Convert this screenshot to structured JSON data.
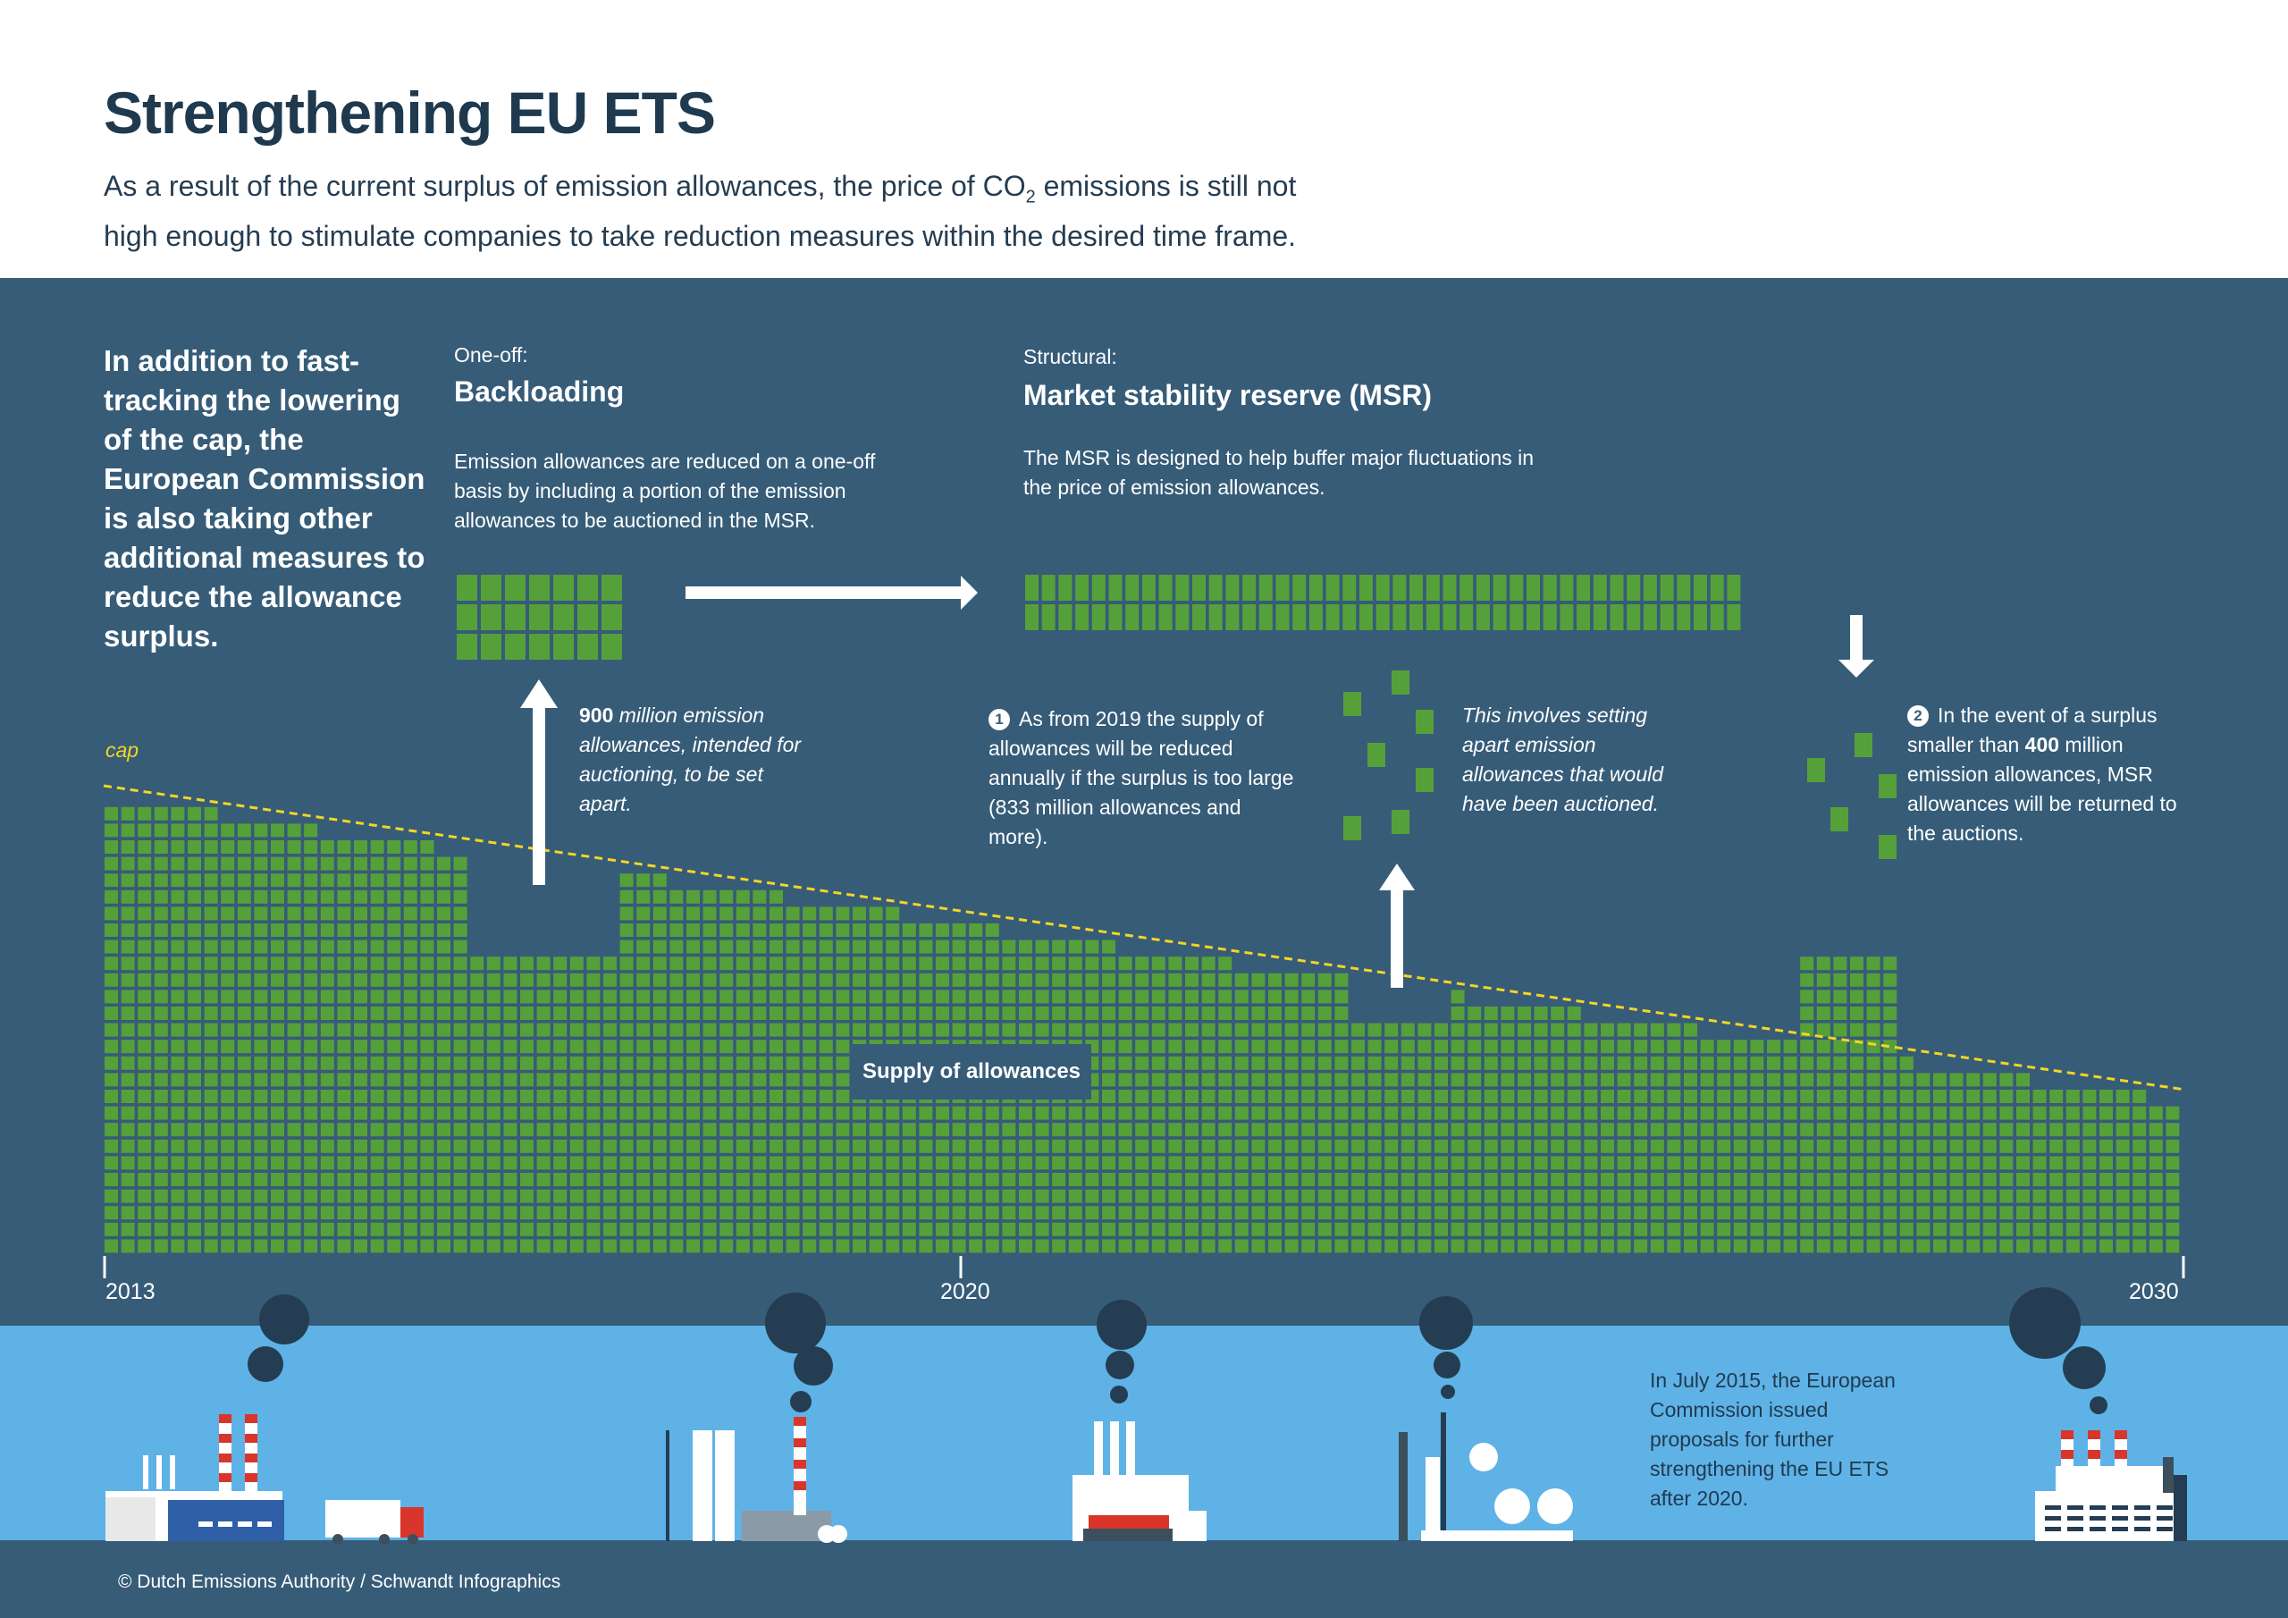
{
  "title": "Strengthening EU ETS",
  "subtitle": {
    "part1": "As a result of the current surplus of emission allowances, the price of CO",
    "sub": "2",
    "part2": " emissions is still not high enough to stimulate companies to take reduction measures within the desired time frame."
  },
  "intro": "In addition to fast-tracking the lowering of the cap, the European Commission is also taking other additional measures to reduce the allowance surplus.",
  "backloading": {
    "kicker": "One-off:",
    "heading": "Backloading",
    "description": "Emission allowances are reduced on a one-off basis by including a portion of the emission allowances to be auctioned in the MSR.",
    "note_number": "900",
    "note_text": " million emission allowances, intended for auctioning, to be set apart."
  },
  "msr": {
    "kicker": "Structural:",
    "heading": "Market stability reserve (MSR)",
    "description": "The MSR is designed to help buffer major fluctuations in the price of emission allowances.",
    "point1_marker": "1",
    "point1": "As from 2019 the supply of allowances will be reduced annually if the surplus is too large (833 million allowances and more).",
    "setting_apart": "This involves setting apart emission allowances that would have been auctioned.",
    "point2_marker": "2",
    "point2_before": "In the event of a surplus smaller than ",
    "point2_bold": "400",
    "point2_after": " million emission allowances, MSR allowances will be returned to the auctions."
  },
  "chart": {
    "cap_label": "cap",
    "supply_label": "Supply of allowances",
    "years": [
      "2013",
      "2020",
      "2030"
    ]
  },
  "july_note": "In July 2015, the European Commission issued proposals for further strengthening the EU ETS after 2020.",
  "credit": "© Dutch Emissions Authority / Schwandt Infographics",
  "colors": {
    "panel": "#365c78",
    "block": "#56a03a",
    "cap_line": "#f5d524",
    "sky": "#5fb2e6",
    "title": "#1f3a4f"
  }
}
